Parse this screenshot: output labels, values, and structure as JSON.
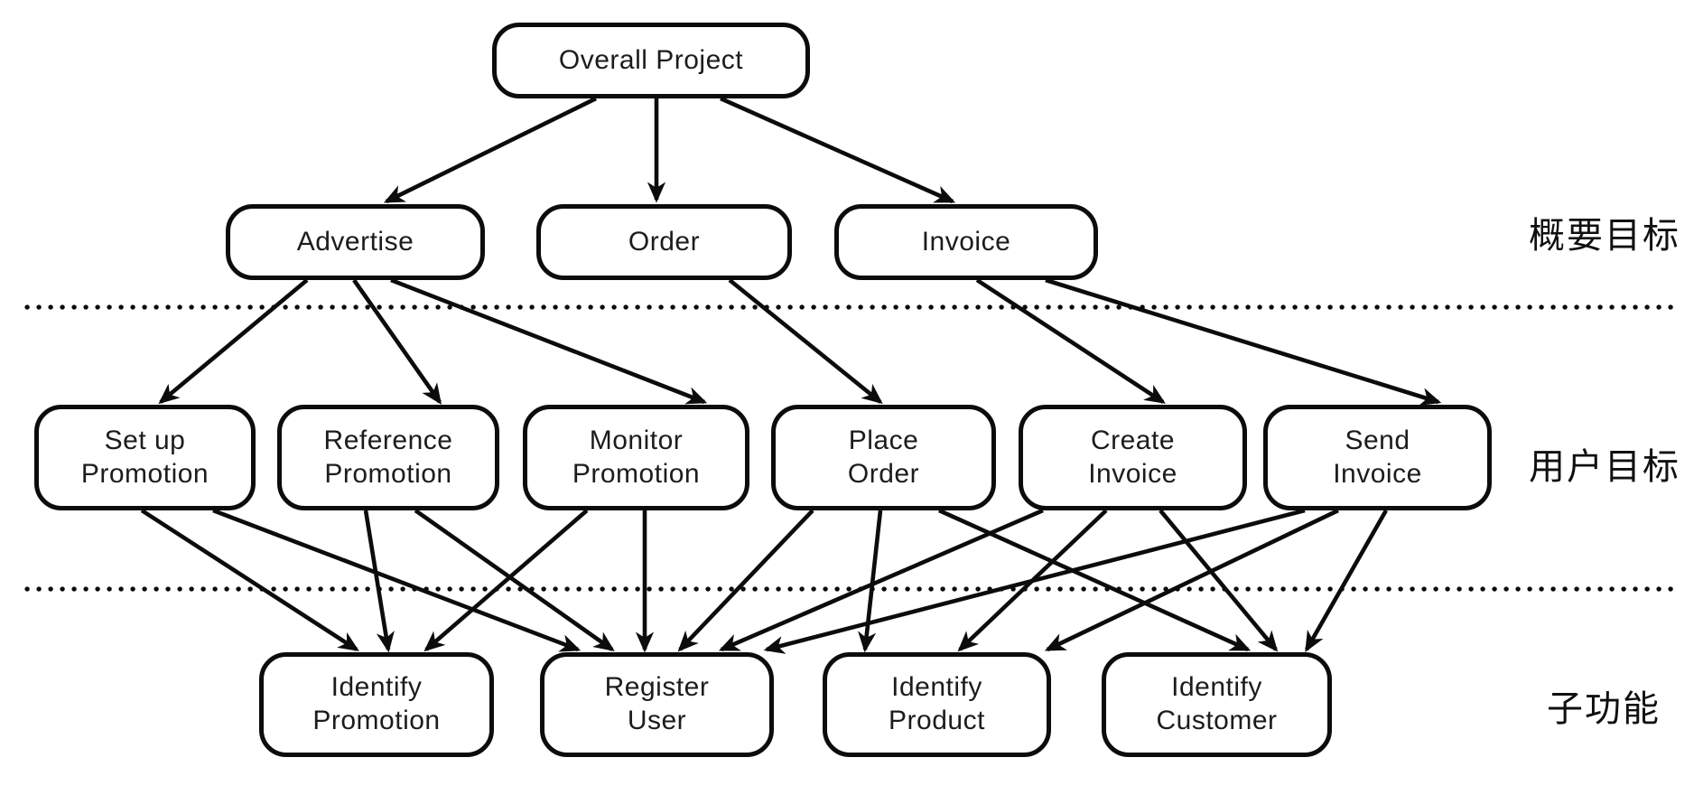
{
  "diagram": {
    "nodes": {
      "overall": {
        "line1": "Overall Project",
        "line2": ""
      },
      "advertise": {
        "line1": "Advertise",
        "line2": ""
      },
      "order": {
        "line1": "Order",
        "line2": ""
      },
      "invoice": {
        "line1": "Invoice",
        "line2": ""
      },
      "setup": {
        "line1": "Set up",
        "line2": "Promotion"
      },
      "reference": {
        "line1": "Reference",
        "line2": "Promotion"
      },
      "monitor": {
        "line1": "Monitor",
        "line2": "Promotion"
      },
      "place": {
        "line1": "Place",
        "line2": "Order"
      },
      "create": {
        "line1": "Create",
        "line2": "Invoice"
      },
      "send": {
        "line1": "Send",
        "line2": "Invoice"
      },
      "idpromo": {
        "line1": "Identify",
        "line2": "Promotion"
      },
      "reguser": {
        "line1": "Register",
        "line2": "User"
      },
      "idproduct": {
        "line1": "Identify",
        "line2": "Product"
      },
      "idcustomer": {
        "line1": "Identify",
        "line2": "Customer"
      }
    },
    "row_labels": {
      "summary_goal": "概要目标",
      "user_goal": "用户目标",
      "subfunction": "子功能"
    },
    "edges": [
      {
        "from": "overall",
        "to": "advertise"
      },
      {
        "from": "overall",
        "to": "order"
      },
      {
        "from": "overall",
        "to": "invoice"
      },
      {
        "from": "advertise",
        "to": "setup"
      },
      {
        "from": "advertise",
        "to": "reference"
      },
      {
        "from": "advertise",
        "to": "monitor"
      },
      {
        "from": "order",
        "to": "place"
      },
      {
        "from": "invoice",
        "to": "create"
      },
      {
        "from": "invoice",
        "to": "send"
      },
      {
        "from": "setup",
        "to": "idpromo"
      },
      {
        "from": "setup",
        "to": "reguser"
      },
      {
        "from": "reference",
        "to": "idpromo"
      },
      {
        "from": "reference",
        "to": "reguser"
      },
      {
        "from": "monitor",
        "to": "idpromo"
      },
      {
        "from": "monitor",
        "to": "reguser"
      },
      {
        "from": "place",
        "to": "reguser"
      },
      {
        "from": "place",
        "to": "idproduct"
      },
      {
        "from": "place",
        "to": "idcustomer"
      },
      {
        "from": "create",
        "to": "reguser"
      },
      {
        "from": "create",
        "to": "idproduct"
      },
      {
        "from": "create",
        "to": "idcustomer"
      },
      {
        "from": "send",
        "to": "reguser"
      },
      {
        "from": "send",
        "to": "idproduct"
      },
      {
        "from": "send",
        "to": "idcustomer"
      }
    ],
    "colors": {
      "ink": "#0c0c0c",
      "node_fill": "#ffffff",
      "background": "#ffffff"
    }
  }
}
